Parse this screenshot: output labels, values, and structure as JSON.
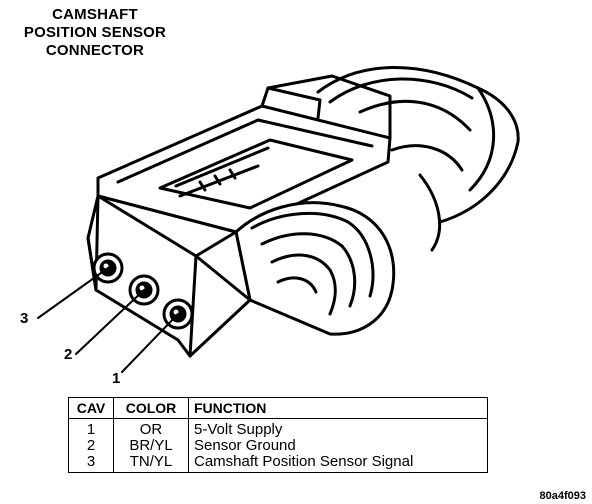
{
  "title": {
    "line1": "CAMSHAFT",
    "line2": "POSITION SENSOR",
    "line3": "CONNECTOR"
  },
  "callouts": {
    "cavity_1": "1",
    "cavity_2": "2",
    "cavity_3": "3"
  },
  "table": {
    "headers": {
      "cav": "CAV",
      "color": "COLOR",
      "function": "FUNCTION"
    },
    "rows": [
      {
        "cav": "1",
        "color": "OR",
        "function": "5-Volt Supply"
      },
      {
        "cav": "2",
        "color": "BR/YL",
        "function": "Sensor Ground"
      },
      {
        "cav": "3",
        "color": "TN/YL",
        "function": "Camshaft Position Sensor Signal"
      }
    ]
  },
  "figure_ref": "80a4f093"
}
